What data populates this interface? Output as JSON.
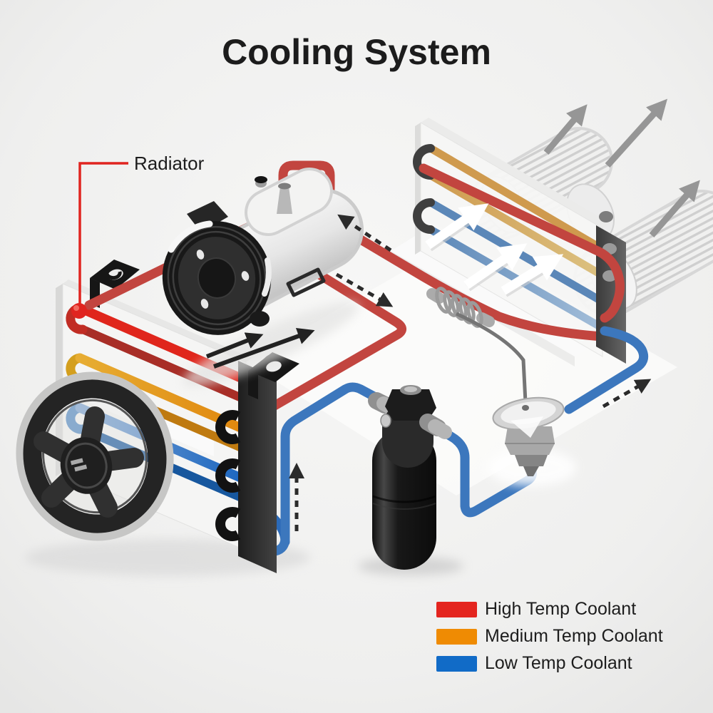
{
  "title": "Cooling System",
  "callout": {
    "label": "Radiator",
    "line_color": "#e0241f"
  },
  "legend": {
    "items": [
      {
        "label": "High Temp Coolant",
        "color": "#e4251f"
      },
      {
        "label": "Medium Temp Coolant",
        "color": "#ef8b03"
      },
      {
        "label": "Low Temp Coolant",
        "color": "#116bc7"
      }
    ]
  }
}
